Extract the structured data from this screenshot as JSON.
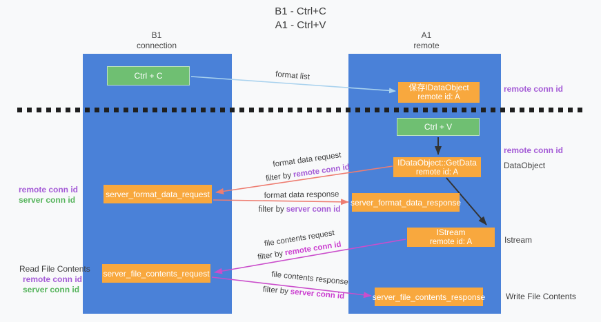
{
  "title": {
    "line1": "B1 - Ctrl+C",
    "line2": "A1 - Ctrl+V"
  },
  "columns": {
    "left": {
      "name": "B1",
      "role": "connection"
    },
    "right": {
      "name": "A1",
      "role": "remote"
    }
  },
  "nodes": {
    "ctrl_c": "Ctrl + C",
    "ctrl_v": "Ctrl + V",
    "save_idataobject": {
      "line1": "保存IDataObject",
      "line2": "remote id: A"
    },
    "getdata": {
      "line1": "IDataObject::GetData",
      "line2": "remote id: A"
    },
    "istream": {
      "line1": "IStream",
      "line2": "remote id: A"
    },
    "server_format_data_request": "server_format_data_request",
    "server_format_data_response": "server_format_data_response",
    "server_file_contents_request": "server_file_contents_request",
    "server_file_contents_response": "server_file_contents_response"
  },
  "arrow_labels": {
    "format_list": "format list",
    "format_data_request": "format data request",
    "format_data_response": "format data response",
    "file_contents_request": "file contents request",
    "file_contents_response": "file contents response",
    "filter_prefix": "filter by",
    "remote_conn_id": "remote conn id",
    "server_conn_id": "server conn id"
  },
  "side_labels": {
    "left": {
      "remote_conn_id": "remote conn id",
      "server_conn_id": "server conn id",
      "read_file_contents": "Read File Contents"
    },
    "right": {
      "remote_conn_id_top": "remote conn id",
      "remote_conn_id_mid": "remote conn id",
      "dataobject": "DataObject",
      "istream": "Istream",
      "write_file_contents": "Write File Contents"
    }
  },
  "colors": {
    "bg": "#f8f9fa",
    "column_blue": "#4a81d8",
    "box_green": "#6fbf72",
    "box_orange": "#f8a83e",
    "arrow_lightblue": "#a9d2ee",
    "arrow_salmon": "#ee7d71",
    "arrow_magenta": "#ca4ecb",
    "arrow_black": "#333333",
    "text_purple": "#a45bd6",
    "text_green": "#56b45c",
    "text_magenta": "#cb3fd0",
    "text_dark": "#3f3f3f"
  }
}
